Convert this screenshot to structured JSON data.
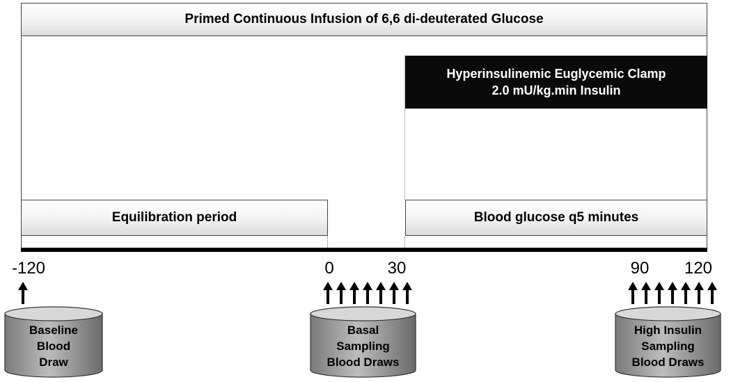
{
  "infusion_label": "Primed Continuous Infusion of 6,6 di-deuterated Glucose",
  "clamp": {
    "line1": "Hyperinsulinemic Euglycemic Clamp",
    "line2": "2.0 mU/kg.min Insulin"
  },
  "equilibration_label": "Equilibration period",
  "blood_glucose_label": "Blood glucose q5 minutes",
  "timeline": {
    "ticks": [
      "-120",
      "0",
      "30",
      "90",
      "120"
    ]
  },
  "sampling": {
    "baseline": {
      "lines": [
        "Baseline",
        "Blood",
        "Draw"
      ],
      "arrow_count": 1
    },
    "basal": {
      "lines": [
        "Basal",
        "Sampling",
        "Blood Draws"
      ],
      "arrow_count": 7
    },
    "high_insulin": {
      "lines": [
        "High Insulin",
        "Sampling",
        "Blood Draws"
      ],
      "arrow_count": 7
    }
  },
  "colors": {
    "clamp_fill": "#0a0a0a",
    "cylinder_gray": "#9a9a9a",
    "axis": "#000000"
  }
}
